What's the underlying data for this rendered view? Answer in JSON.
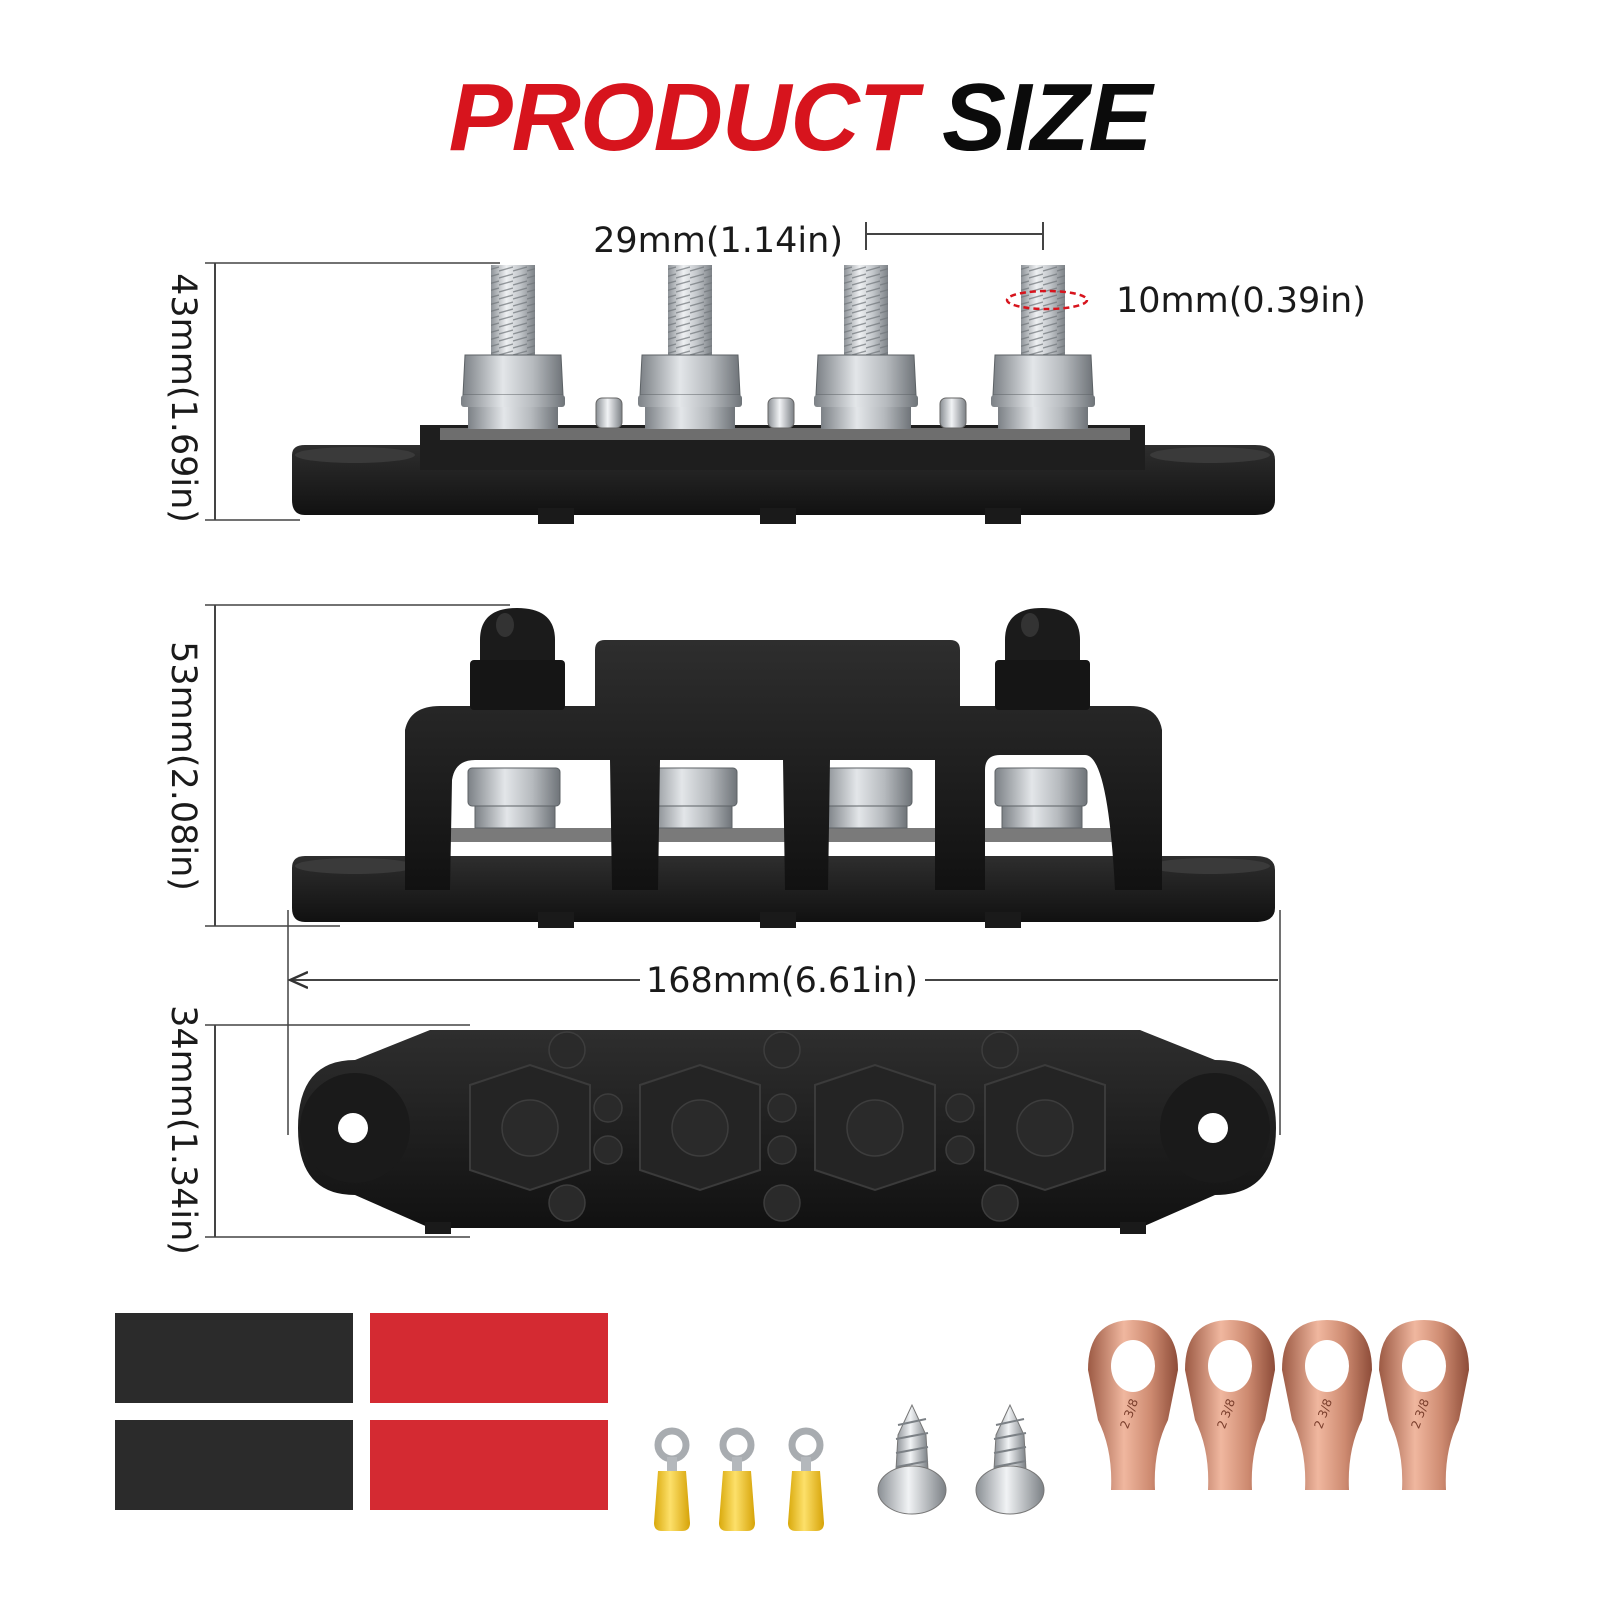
{
  "title": {
    "word1": "PRODUCT",
    "word2": "SIZE"
  },
  "colors": {
    "title_red": "#d7141d",
    "title_black": "#0b0b0b",
    "body_black": "#1c1c1c",
    "metal": "#bfc3c7",
    "copper": "#c8806a",
    "heat_shrink_red": "#d42a32",
    "terminal_yellow": "#f2c51d",
    "dimension_red": "#d7141d"
  },
  "dimensions": {
    "stud_spacing": "29mm(1.14in)",
    "stud_diameter": "10mm(0.39in)",
    "height_top_view": "43mm(1.69in)",
    "height_with_cover": "53mm(2.08in)",
    "total_length": "168mm(6.61in)",
    "width_bottom": "34mm(1.34in)"
  },
  "accessories": {
    "heat_shrink_black_count": 2,
    "heat_shrink_red_count": 2,
    "ring_terminals_yellow_count": 3,
    "screws_count": 2,
    "copper_lugs_count": 4,
    "lug_marking": "2 3/8"
  }
}
